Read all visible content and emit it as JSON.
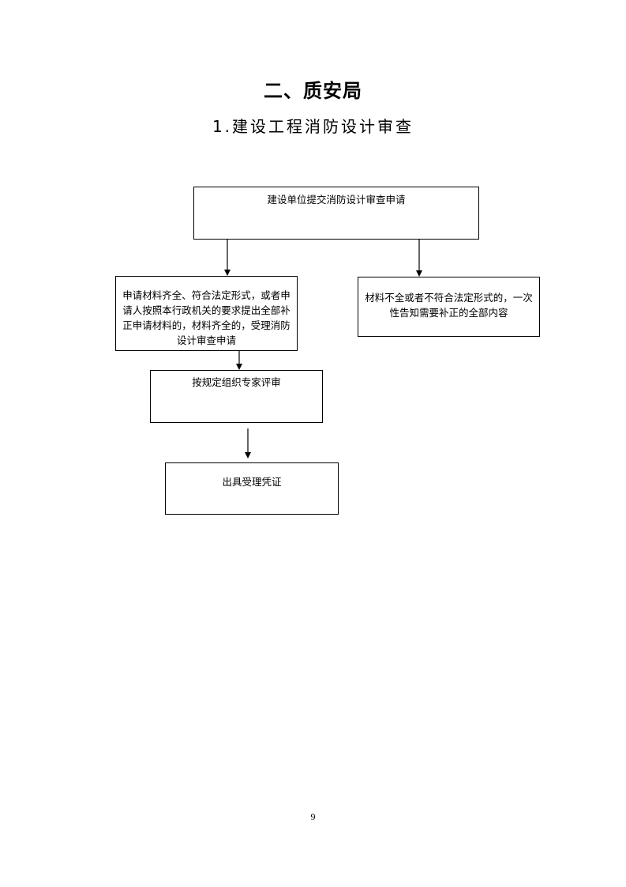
{
  "section": {
    "title": "二、质安局"
  },
  "subsection": {
    "title": "1.建设工程消防设计审查"
  },
  "flowchart": {
    "apply": "建设单位提交消防设计审查申请",
    "accept": "申请材料齐全、符合法定形式，或者申请人按照本行政机关的要求提出全部补正申请材料的，材料齐全的，受理消防设计审查申请",
    "incomplete": "材料不全或者不符合法定形式的，一次性告知需要补正的全部内容",
    "review": "按规定组织专家评审",
    "certificate": "出具受理凭证"
  },
  "page_number": "9"
}
